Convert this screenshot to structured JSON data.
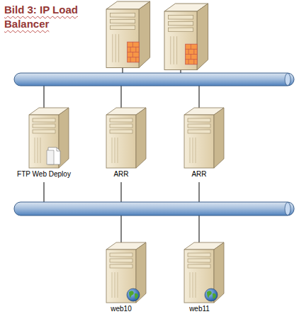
{
  "diagram": {
    "title": "Bild 3: IP Load Balancer",
    "nodes": [
      {
        "text": [
          "FTP Web Deploy"
        ]
      },
      {
        "text": [
          "ARR"
        ]
      },
      {
        "text": [
          "ARR"
        ]
      },
      {
        "text": [
          "web10"
        ]
      },
      {
        "text": [
          "web11"
        ]
      }
    ]
  }
}
